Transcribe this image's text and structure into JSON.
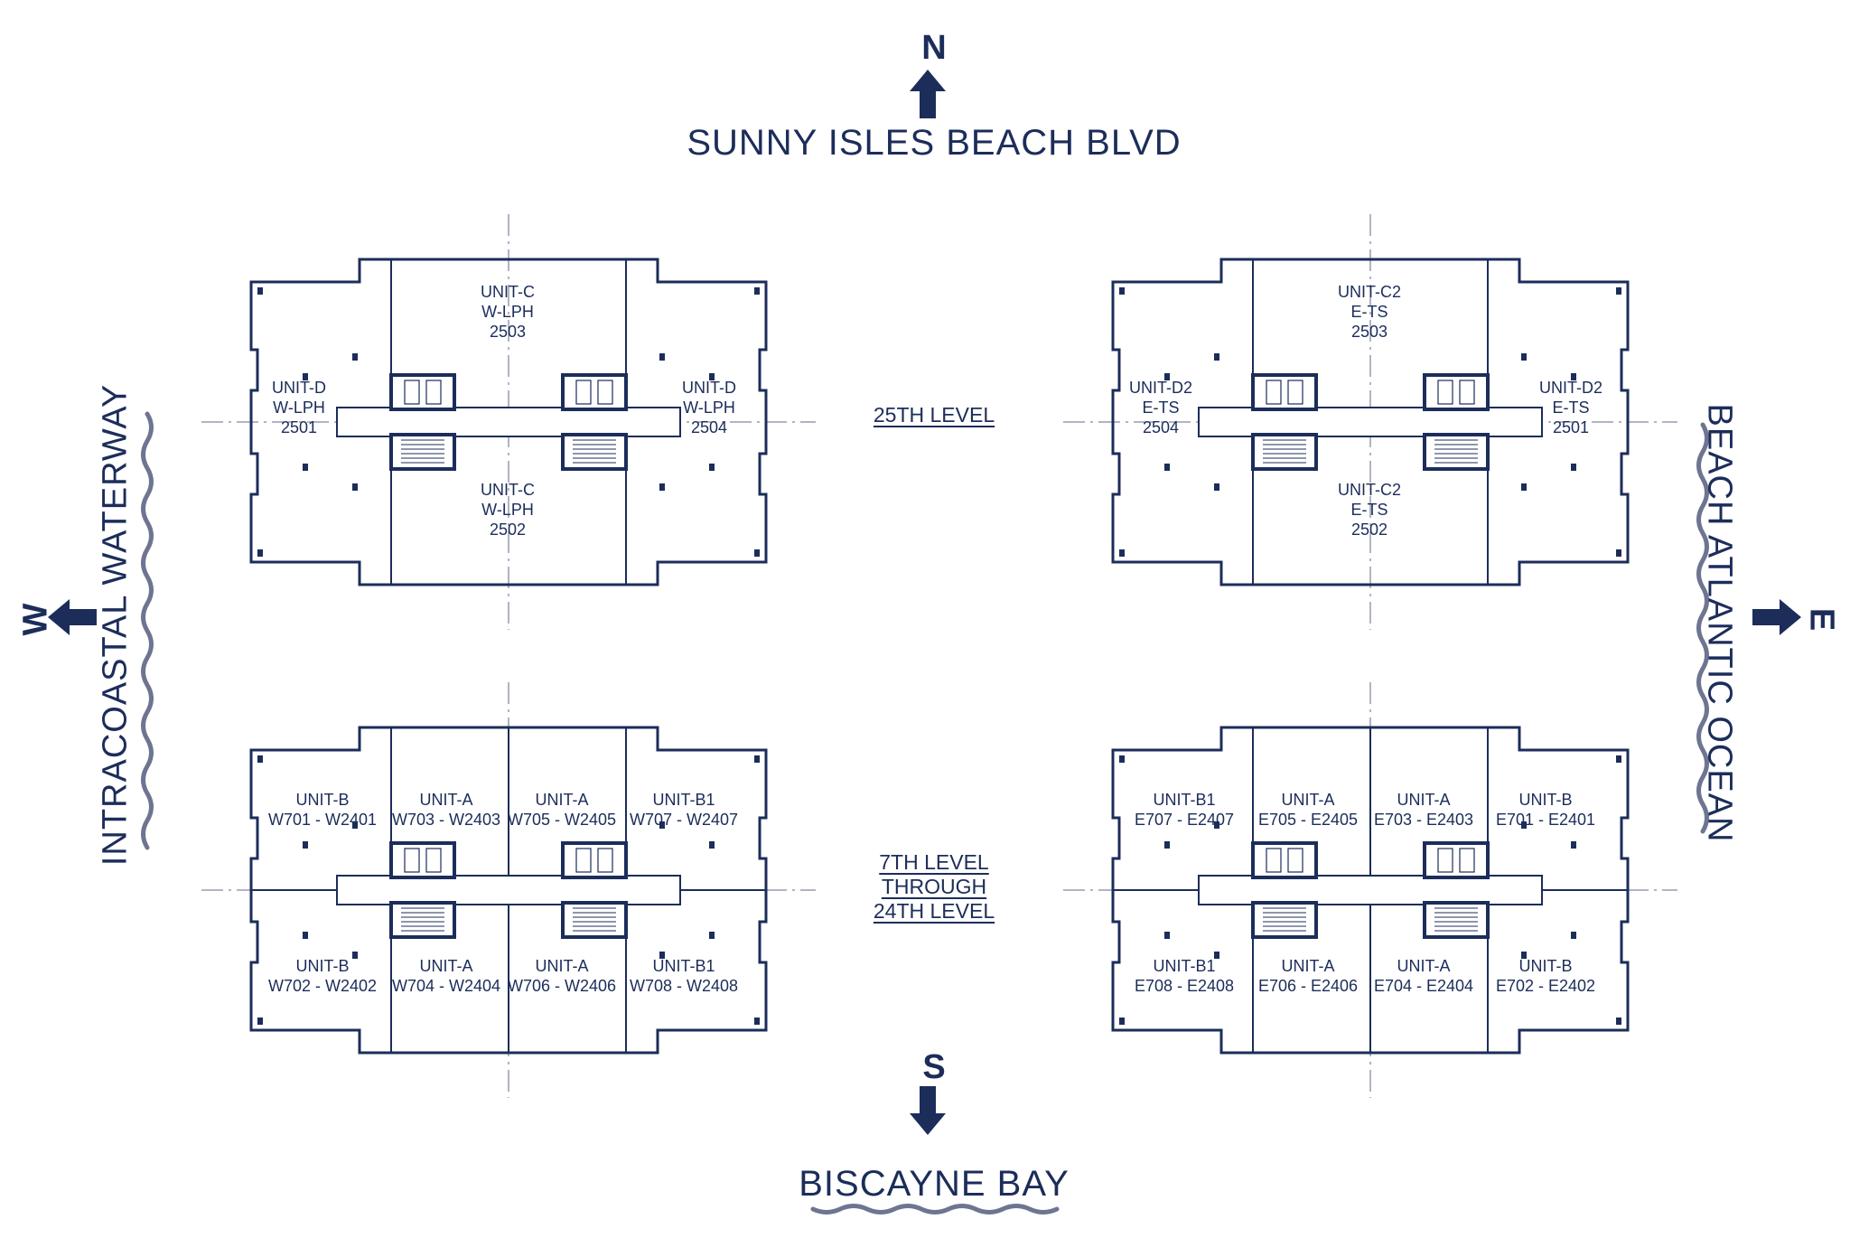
{
  "theme": {
    "line_color": "#1c2d5a",
    "water_color": "#6e7591",
    "background": "#ffffff"
  },
  "compass": {
    "north": "N",
    "south": "S",
    "west": "W",
    "east": "E"
  },
  "streets": {
    "north": "SUNNY ISLES BEACH BLVD",
    "south": "BISCAYNE BAY",
    "west": "INTRACOASTAL WATERWAY",
    "east": "BEACH ATLANTIC OCEAN"
  },
  "levels": {
    "top": "25TH LEVEL",
    "bottom_line1": "7TH LEVEL",
    "bottom_line2": "THROUGH",
    "bottom_line3": "24TH LEVEL"
  },
  "plans": {
    "west_25": {
      "north": [
        "UNIT-C",
        "W-LPH",
        "2503"
      ],
      "south": [
        "UNIT-C",
        "W-LPH",
        "2502"
      ],
      "west": [
        "UNIT-D",
        "W-LPH",
        "2501"
      ],
      "east": [
        "UNIT-D",
        "W-LPH",
        "2504"
      ]
    },
    "east_25": {
      "north": [
        "UNIT-C2",
        "E-TS",
        "2503"
      ],
      "south": [
        "UNIT-C2",
        "E-TS",
        "2502"
      ],
      "west": [
        "UNIT-D2",
        "E-TS",
        "2504"
      ],
      "east": [
        "UNIT-D2",
        "E-TS",
        "2501"
      ]
    },
    "west_typ": {
      "top": [
        [
          "UNIT-B",
          "W701 - W2401"
        ],
        [
          "UNIT-A",
          "W703 - W2403"
        ],
        [
          "UNIT-A",
          "W705 - W2405"
        ],
        [
          "UNIT-B1",
          "W707 - W2407"
        ]
      ],
      "bottom": [
        [
          "UNIT-B",
          "W702 - W2402"
        ],
        [
          "UNIT-A",
          "W704 - W2404"
        ],
        [
          "UNIT-A",
          "W706 - W2406"
        ],
        [
          "UNIT-B1",
          "W708 - W2408"
        ]
      ]
    },
    "east_typ": {
      "top": [
        [
          "UNIT-B1",
          "E707 - E2407"
        ],
        [
          "UNIT-A",
          "E705 - E2405"
        ],
        [
          "UNIT-A",
          "E703 - E2403"
        ],
        [
          "UNIT-B",
          "E701 - E2401"
        ]
      ],
      "bottom": [
        [
          "UNIT-B1",
          "E708 - E2408"
        ],
        [
          "UNIT-A",
          "E706 - E2406"
        ],
        [
          "UNIT-A",
          "E704 - E2404"
        ],
        [
          "UNIT-B",
          "E702 - E2402"
        ]
      ]
    }
  }
}
